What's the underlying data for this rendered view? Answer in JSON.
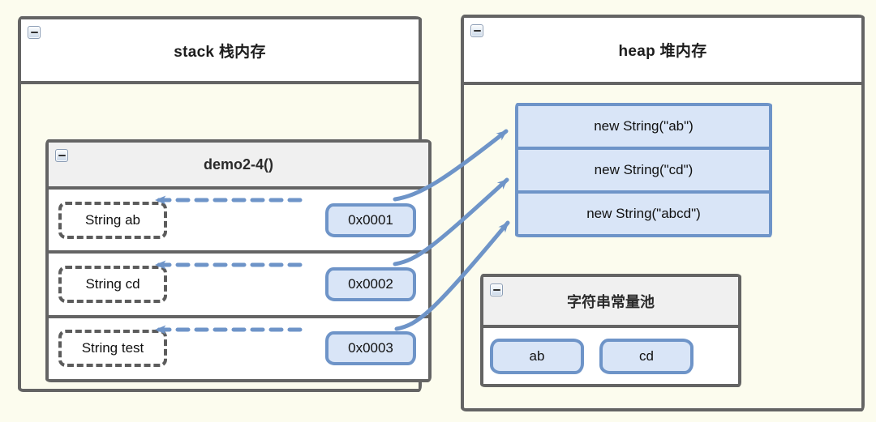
{
  "colors": {
    "background": "#FCFCEE",
    "panel_border": "#646464",
    "panel_header_white": "#FFFFFF",
    "panel_header_gray": "#F0F0F0",
    "blue_border": "#6E94C8",
    "blue_fill": "#D9E5F7",
    "text": "#111111"
  },
  "icons": {
    "minimize": "minus"
  },
  "stack_panel": {
    "title": "stack 栈内存",
    "frame": {
      "title": "demo2-4()",
      "rows": [
        {
          "variable": "String ab",
          "address": "0x0001"
        },
        {
          "variable": "String cd",
          "address": "0x0002"
        },
        {
          "variable": "String test",
          "address": "0x0003"
        }
      ]
    }
  },
  "heap_panel": {
    "title": "heap 堆内存",
    "objects": [
      {
        "label": "new String(\"ab\")"
      },
      {
        "label": "new String(\"cd\")"
      },
      {
        "label": "new String(\"abcd\")"
      }
    ],
    "constant_pool": {
      "title": "字符串常量池",
      "entries": [
        {
          "label": "ab"
        },
        {
          "label": "cd"
        }
      ]
    }
  },
  "relations": {
    "pointer_links": [
      {
        "address": "0x0001",
        "variable": "String ab",
        "style": "dashed"
      },
      {
        "address": "0x0002",
        "variable": "String cd",
        "style": "dashed"
      },
      {
        "address": "0x0003",
        "variable": "String test",
        "style": "dashed"
      }
    ],
    "references": [
      {
        "from": "0x0001",
        "to": "new String(\"ab\")",
        "style": "solid"
      },
      {
        "from": "0x0002",
        "to": "new String(\"cd\")",
        "style": "solid"
      },
      {
        "from": "0x0003",
        "to": "new String(\"abcd\")",
        "style": "solid"
      }
    ]
  }
}
